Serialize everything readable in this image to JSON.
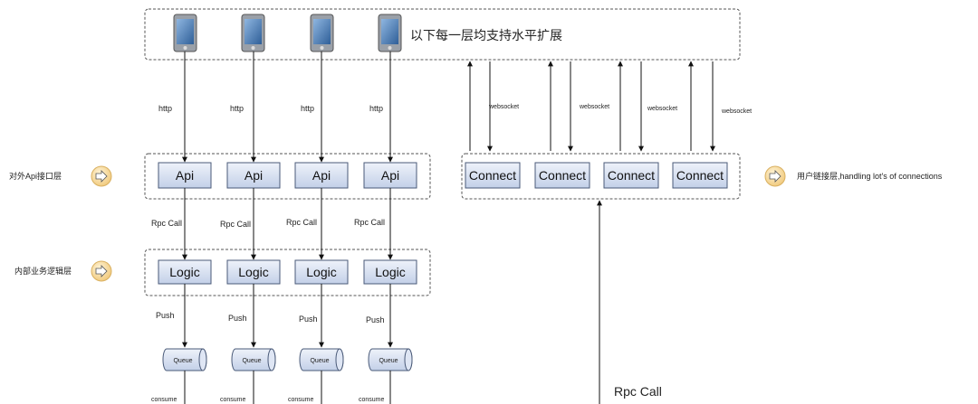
{
  "header_text": "以下每一层均支持水平扩展",
  "left_labels": {
    "api_layer": "对外Api接口层",
    "logic_layer": "内部业务逻辑层"
  },
  "right_label": "用户链接层,handling lot's of connections",
  "edge_labels": {
    "http": "http",
    "rpc_call_small": "Rpc Call",
    "push": "Push",
    "consume": "consume",
    "websocket": "websocket",
    "rpc_call_big": "Rpc Call"
  },
  "nodes": {
    "api": [
      "Api",
      "Api",
      "Api",
      "Api"
    ],
    "logic": [
      "Logic",
      "Logic",
      "Logic",
      "Logic"
    ],
    "queue": [
      "Queue",
      "Queue",
      "Queue",
      "Queue"
    ],
    "connect": [
      "Connect",
      "Connect",
      "Connect",
      "Connect"
    ]
  },
  "icons": {
    "phone": "mobile-phone-icon",
    "arrow": "right-arrow-circle-icon"
  },
  "colors": {
    "box_fill_top": "#e9eef8",
    "box_fill_bottom": "#c5d2ea",
    "box_stroke": "#4a5a78",
    "arrow_circle": "#f5d89a"
  }
}
